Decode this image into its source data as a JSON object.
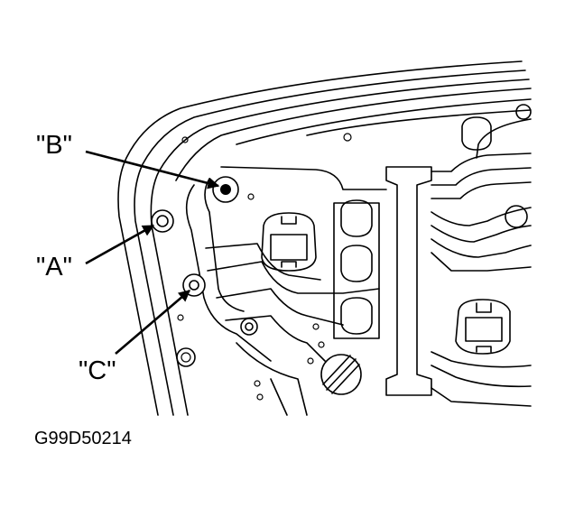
{
  "callouts": {
    "a": "\"A\"",
    "b": "\"B\"",
    "c": "\"C\""
  },
  "figure_id": "G99D50214"
}
